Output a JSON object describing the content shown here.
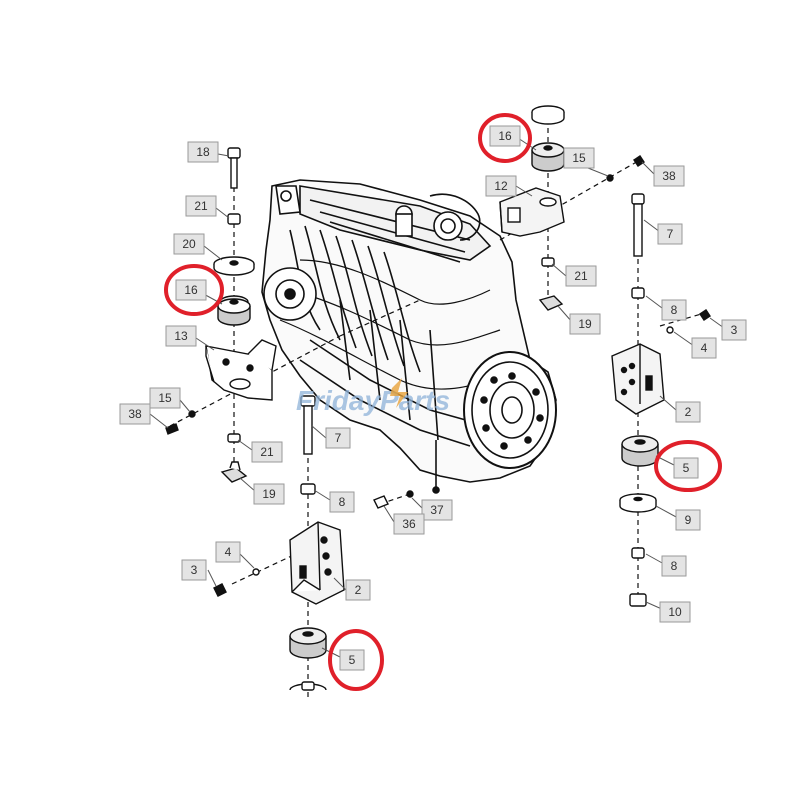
{
  "diagram": {
    "callouts": [
      {
        "id": "c18",
        "text": "18"
      },
      {
        "id": "c21a",
        "text": "21"
      },
      {
        "id": "c20",
        "text": "20"
      },
      {
        "id": "c16a",
        "text": "16"
      },
      {
        "id": "c13",
        "text": "13"
      },
      {
        "id": "c15a",
        "text": "15"
      },
      {
        "id": "c38a",
        "text": "38"
      },
      {
        "id": "c21b",
        "text": "21"
      },
      {
        "id": "c19a",
        "text": "19"
      },
      {
        "id": "c7a",
        "text": "7"
      },
      {
        "id": "c8a",
        "text": "8"
      },
      {
        "id": "c37",
        "text": "37"
      },
      {
        "id": "c36",
        "text": "36"
      },
      {
        "id": "c4a",
        "text": "4"
      },
      {
        "id": "c3a",
        "text": "3"
      },
      {
        "id": "c2a",
        "text": "2"
      },
      {
        "id": "c5a",
        "text": "5"
      },
      {
        "id": "c16b",
        "text": "16"
      },
      {
        "id": "c15b",
        "text": "15"
      },
      {
        "id": "c38b",
        "text": "38"
      },
      {
        "id": "c12",
        "text": "12"
      },
      {
        "id": "c7b",
        "text": "7"
      },
      {
        "id": "c21c",
        "text": "21"
      },
      {
        "id": "c19b",
        "text": "19"
      },
      {
        "id": "c8b",
        "text": "8"
      },
      {
        "id": "c3b",
        "text": "3"
      },
      {
        "id": "c4b",
        "text": "4"
      },
      {
        "id": "c2b",
        "text": "2"
      },
      {
        "id": "c5b",
        "text": "5"
      },
      {
        "id": "c9",
        "text": "9"
      },
      {
        "id": "c8c",
        "text": "8"
      },
      {
        "id": "c10",
        "text": "10"
      }
    ],
    "highlight_color": "#e0202a",
    "watermark": "FridayParts"
  }
}
